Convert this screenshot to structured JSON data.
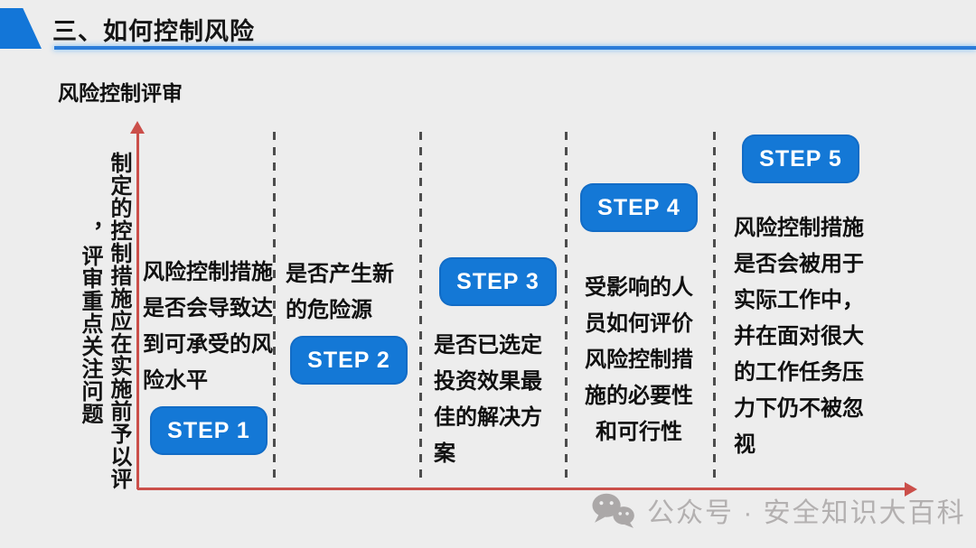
{
  "header": {
    "title": "三、如何控制风险"
  },
  "subtitle": "风险控制评审",
  "axis_label": {
    "line1": "制定的控制措施应在实施前予以评",
    "line2": "，评审重点关注问题"
  },
  "columns": [
    {
      "step": "STEP 1",
      "text": "风险控制措施\n是否会导致达\n到可承受的风\n险水平"
    },
    {
      "step": "STEP 2",
      "text": "是否产生新\n的危险源"
    },
    {
      "step": "STEP 3",
      "text": "是否已选定\n投资效果最\n佳的解决方\n案"
    },
    {
      "step": "STEP 4",
      "text": "受影响的人\n员如何评价\n风险控制措\n施的必要性\n和可行性"
    },
    {
      "step": "STEP 5",
      "text": "风险控制措施\n是否会被用于\n实际工作中，\n并在面对很大\n的工作任务压\n力下仍不被忽\n视"
    }
  ],
  "watermark": {
    "icon": "wechat-icon",
    "text": "公众号 · 安全知识大百科"
  },
  "colors": {
    "accent_blue": "#1478D6",
    "underline_blue": "#2B7CD9",
    "axis_red": "#CB4F4A",
    "dash_gray": "#4D4D4D",
    "watermark_gray": "#B3B0B0",
    "background": "#EDEDED"
  }
}
